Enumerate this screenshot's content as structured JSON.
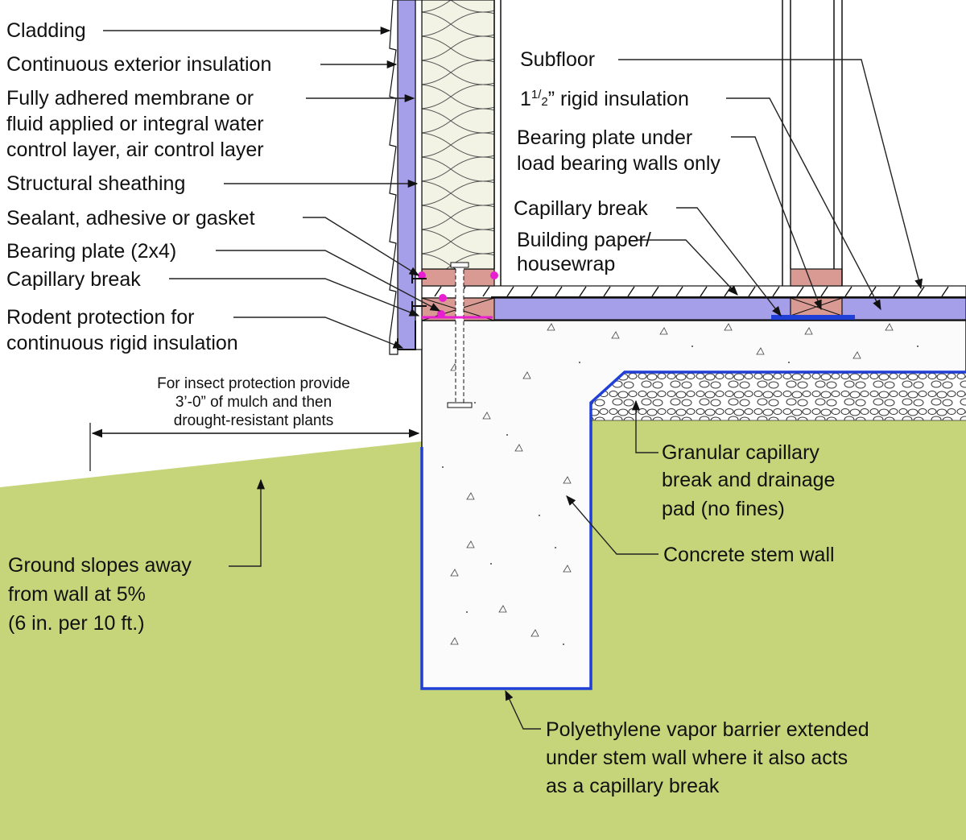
{
  "labels": {
    "cladding": "Cladding",
    "ext_insulation": "Continuous exterior insulation",
    "membrane_1": "Fully adhered membrane or",
    "membrane_2": "fluid applied or integral water",
    "membrane_3": "control layer, air control layer",
    "sheathing": "Structural sheathing",
    "sealant": "Sealant, adhesive or gasket",
    "bearing_plate": "Bearing plate (2x4)",
    "capillary_left": "Capillary break",
    "rodent_1": "Rodent protection for",
    "rodent_2": "continuous rigid insulation",
    "subfloor": "Subfloor",
    "rigid_ins_prefix": "1",
    "rigid_ins_num": "1",
    "rigid_ins_den": "2",
    "rigid_ins_rest": "” rigid insulation",
    "bearing_under_1": "Bearing plate under",
    "bearing_under_2": "load bearing walls only",
    "capillary_right": "Capillary break",
    "building_paper_1": "Building paper/",
    "building_paper_2": "housewrap",
    "insect_1": "For insect protection provide",
    "insect_2": "3’-0” of mulch and then",
    "insect_3": "drought-resistant plants",
    "granular_1": "Granular capillary",
    "granular_2": "break and drainage",
    "granular_3": "pad (no fines)",
    "stem_wall": "Concrete stem wall",
    "slope_1": "Ground slopes away",
    "slope_2": "from wall at 5%",
    "slope_3": "(6 in. per 10 ft.)",
    "poly_1": "Polyethylene vapor barrier extended",
    "poly_2": "under stem wall where it also acts",
    "poly_3": "as a capillary break"
  },
  "colors": {
    "ground": "#c6d57a",
    "insulation": "#a59ee8",
    "wood": "#d99a93",
    "vapor_barrier": "#1f3fd6",
    "sealant": "#e81fd1",
    "batt": "#f2f3e4",
    "concrete": "#fbfbfb"
  }
}
